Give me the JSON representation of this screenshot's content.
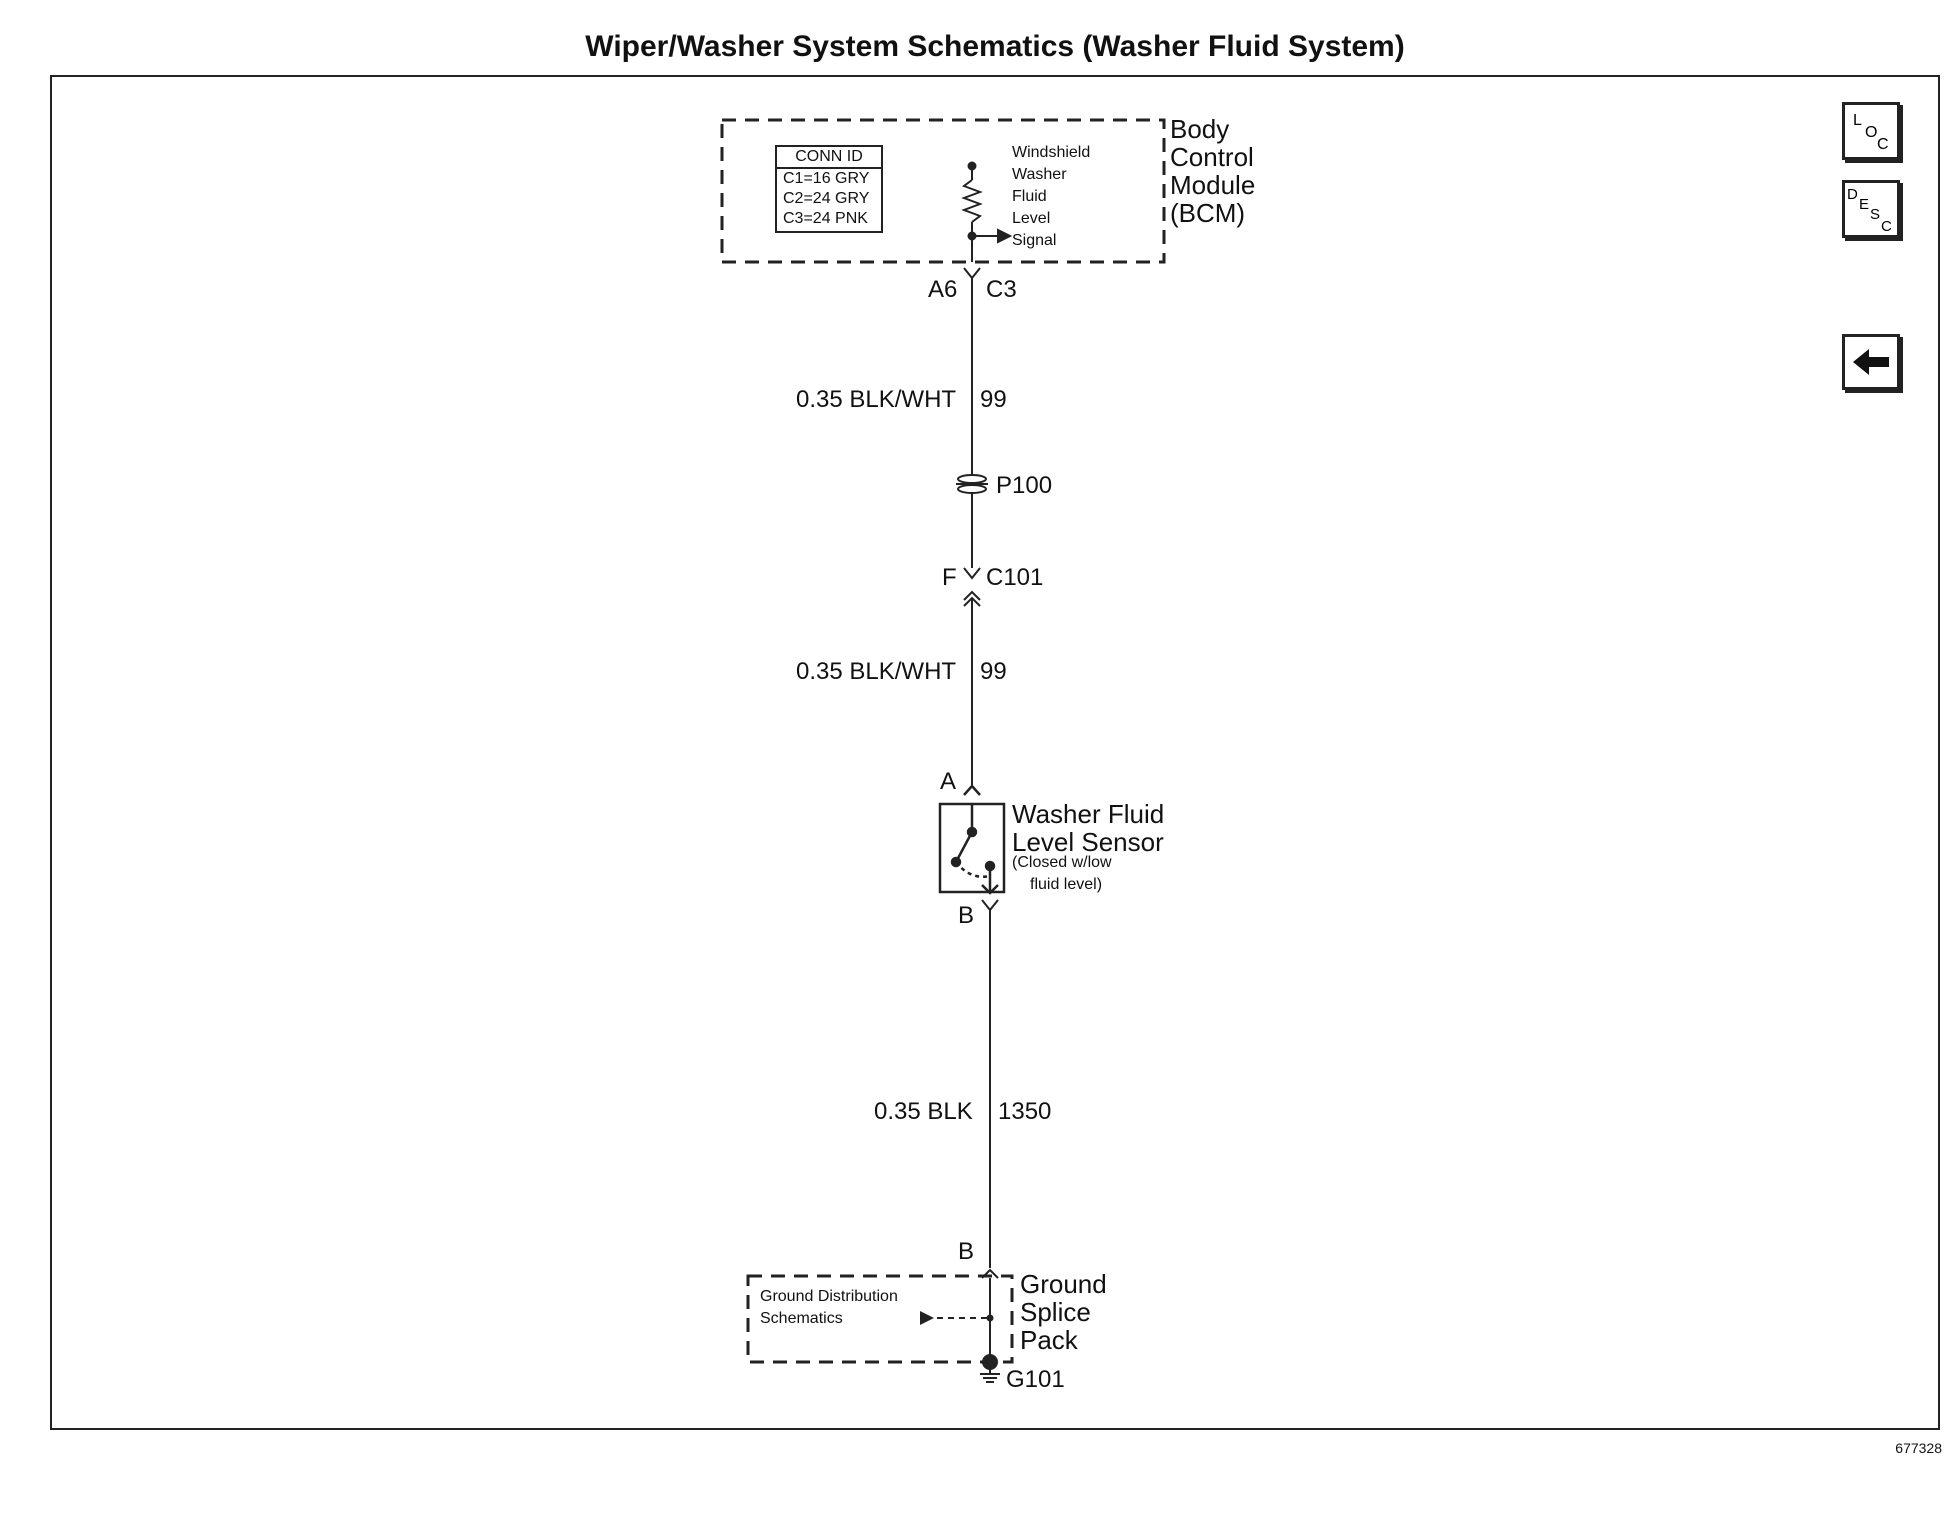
{
  "title": "Wiper/Washer System Schematics (Washer Fluid System)",
  "module": {
    "name_lines": [
      "Body",
      "Control",
      "Module",
      "(BCM)"
    ],
    "conn_id": {
      "header": "CONN ID",
      "rows": [
        "C1=16 GRY",
        "C2=24 GRY",
        "C3=24 PNK"
      ]
    },
    "signal_lines": [
      "Windshield",
      "Washer",
      "Fluid",
      "Level",
      "Signal"
    ]
  },
  "connectors": {
    "bcm_pin": "A6",
    "bcm_conn": "C3",
    "splice": "P100",
    "inline_pin": "F",
    "inline_conn": "C101",
    "sensor_pin_a": "A",
    "sensor_pin_b": "B",
    "ground_pin": "B",
    "ground": "G101"
  },
  "wires": [
    {
      "size_color": "0.35 BLK/WHT",
      "circuit": "99"
    },
    {
      "size_color": "0.35 BLK/WHT",
      "circuit": "99"
    },
    {
      "size_color": "0.35 BLK",
      "circuit": "1350"
    }
  ],
  "sensor": {
    "name_lines": [
      "Washer Fluid",
      "Level Sensor"
    ],
    "note_lines": [
      "(Closed w/low",
      "fluid level)"
    ]
  },
  "ground_splice": {
    "name_lines": [
      "Ground",
      "Splice",
      "Pack"
    ],
    "ref_lines": [
      "Ground Distribution",
      "Schematics"
    ]
  },
  "nav_buttons": {
    "loc": [
      "L",
      "O",
      "C"
    ],
    "desc": [
      "D",
      "E",
      "S",
      "C"
    ],
    "back_icon": "left-arrow-icon"
  },
  "doc_number": "677328"
}
